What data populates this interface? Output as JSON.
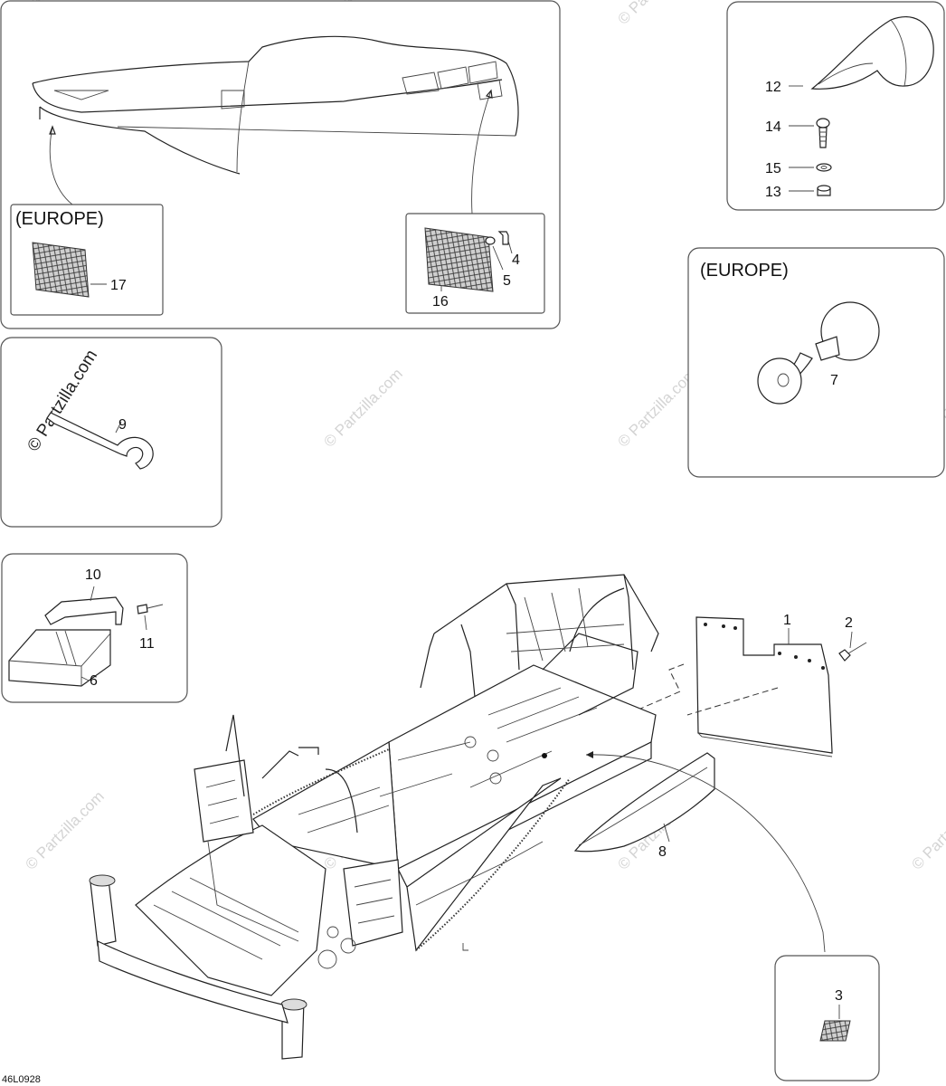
{
  "diagram": {
    "code": "46L0928",
    "watermark": "© Partzilla.com",
    "headers": {
      "europe_top": "(EUROPE)",
      "europe_horn": "(EUROPE)"
    },
    "labels": {
      "p1": "1",
      "p2": "2",
      "p3": "3",
      "p4": "4",
      "p5": "5",
      "p6": "6",
      "p7": "7",
      "p8": "8",
      "p9": "9",
      "p10": "10",
      "p11": "11",
      "p12": "12",
      "p13": "13",
      "p14": "14",
      "p15": "15",
      "p16": "16",
      "p17": "17"
    }
  }
}
